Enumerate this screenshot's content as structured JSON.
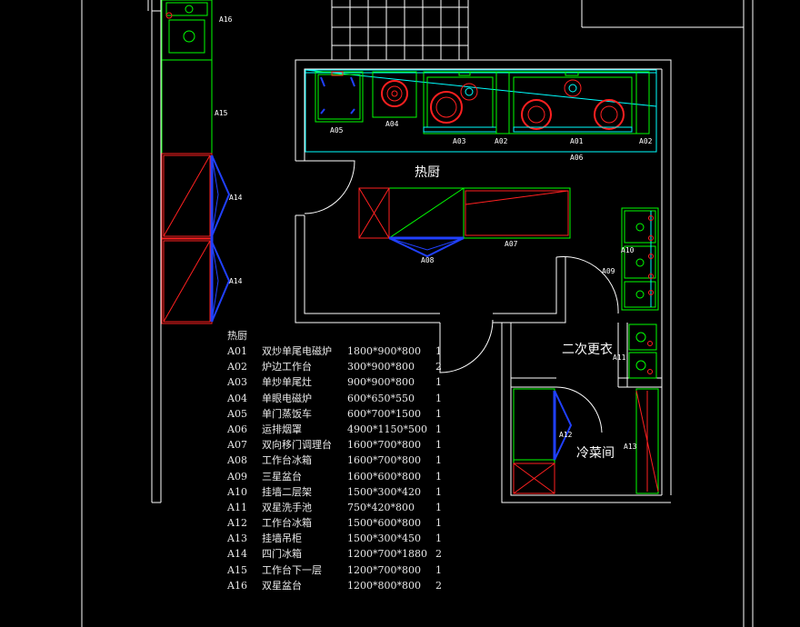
{
  "room_labels": {
    "hot_kitchen": "热厨",
    "changing_room": "二次更衣",
    "cold_dish_room": "冷菜间"
  },
  "equipment_tags": {
    "A01": "A01",
    "A02": "A02",
    "A03": "A03",
    "A04": "A04",
    "A05": "A05",
    "A06": "A06",
    "A07": "A07",
    "A08": "A08",
    "A09": "A09",
    "A10": "A10",
    "A11": "A11",
    "A12": "A12",
    "A13": "A13",
    "A14": "A14",
    "A15": "A15",
    "A16": "A16"
  },
  "legend": {
    "title": "热厨",
    "rows": [
      {
        "code": "A01",
        "name": "双炒单尾电磁炉",
        "size": "1800*900*800",
        "qty": "1"
      },
      {
        "code": "A02",
        "name": "炉边工作台",
        "size": "300*900*800",
        "qty": "2"
      },
      {
        "code": "A03",
        "name": "单炒单尾灶",
        "size": "900*900*800",
        "qty": "1"
      },
      {
        "code": "A04",
        "name": "单眼电磁炉",
        "size": "600*650*550",
        "qty": "1"
      },
      {
        "code": "A05",
        "name": "单门蒸饭车",
        "size": "600*700*1500",
        "qty": "1"
      },
      {
        "code": "A06",
        "name": "运排烟罩",
        "size": "4900*1150*500",
        "qty": "1"
      },
      {
        "code": "A07",
        "name": "双向移门调理台",
        "size": "1600*700*800",
        "qty": "1"
      },
      {
        "code": "A08",
        "name": "工作台冰箱",
        "size": "1600*700*800",
        "qty": "1"
      },
      {
        "code": "A09",
        "name": "三星盆台",
        "size": "1600*600*800",
        "qty": "1"
      },
      {
        "code": "A10",
        "name": "挂墙二层架",
        "size": "1500*300*420",
        "qty": "1"
      },
      {
        "code": "A11",
        "name": "双星洗手池",
        "size": "750*420*800",
        "qty": "1"
      },
      {
        "code": "A12",
        "name": "工作台冰箱",
        "size": "1500*600*800",
        "qty": "1"
      },
      {
        "code": "A13",
        "name": "挂墙吊柜",
        "size": "1500*300*450",
        "qty": "1"
      },
      {
        "code": "A14",
        "name": "四门冰箱",
        "size": "1200*700*1880",
        "qty": "2"
      },
      {
        "code": "A15",
        "name": "工作台下一层",
        "size": "1200*700*800",
        "qty": "1"
      },
      {
        "code": "A16",
        "name": "双星盆台",
        "size": "1200*800*800",
        "qty": "2"
      }
    ]
  },
  "colors": {
    "background": "#000000",
    "wall": "#ffffff",
    "equipment_outline": "#00ff00",
    "equipment_detail": "#ff2020",
    "hood": "#00ffff",
    "appliance_blue": "#2040ff"
  }
}
